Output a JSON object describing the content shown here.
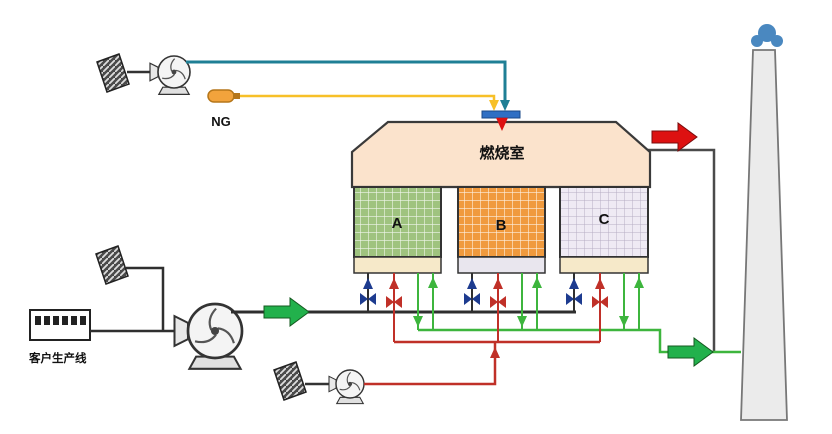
{
  "diagram": {
    "ng_label": "NG",
    "chamber_label": "燃烧室",
    "beds": {
      "a": "A",
      "b": "B",
      "c": "C"
    },
    "production_line_label": "客户生产线"
  },
  "colors": {
    "pipe_combustion_air": "#1f7f95",
    "pipe_ng": "#f7c028",
    "pipe_inlet": "#2f2f2f",
    "pipe_purge": "#c03028",
    "pipe_clean": "#3db53d",
    "pipe_bypass": "#4a4a4a",
    "arrow_green": "#22b14c",
    "arrow_red": "#dd1111",
    "valve_blue": "#1d3b8f",
    "valve_red": "#c03028",
    "ng_capsule": "#f2a33c",
    "burner": "#2f6fc4",
    "chamber_fill": "#fbe3cc",
    "bed_a_fill": "#9fc37f",
    "bed_b_fill": "#f09a3e",
    "bed_c_fill": "#efeaf4",
    "plenum_fill": "#f6e9c9",
    "plenum_b_fill": "#e9e6ee",
    "chimney_fill": "#ebebeb",
    "smoke": "#4a88c0"
  }
}
